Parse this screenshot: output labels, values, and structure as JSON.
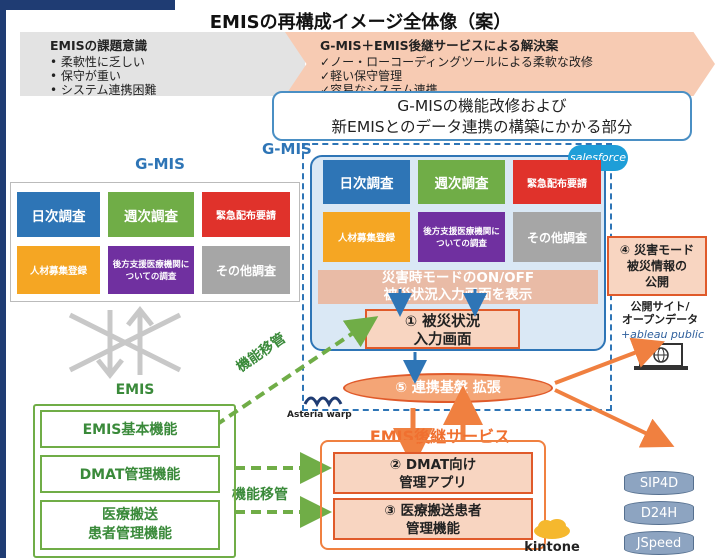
{
  "title": "EMISの再構成イメージ全体像（案）",
  "issues": {
    "heading": "EMISの課題意識",
    "items": [
      "柔軟性に乏しい",
      "保守が重い",
      "システム連携困難"
    ]
  },
  "solution": {
    "heading": "G-MIS＋EMIS後継サービスによる解決案",
    "items": [
      "ノー・ローコーディングツールによる柔軟な改修",
      "軽い保守管理",
      "容易なシステム連携"
    ]
  },
  "callout": {
    "line1": "G-MISの機能改修および",
    "line2": "新EMISとのデータ連携の構築にかかる部分"
  },
  "gmis_left": {
    "label": "G-MIS",
    "tiles": [
      "日次調査",
      "週次調査",
      "緊急配布要請",
      "人材募集登録",
      "後方支援医療機関についての調査",
      "その他調査"
    ]
  },
  "gmis_right": {
    "label": "G-MIS",
    "tiles": [
      "日次調査",
      "週次調査",
      "緊急配布要請",
      "人材募集登録",
      "後方支援医療機関についての調査",
      "その他調査"
    ],
    "salesforce": "salesforce",
    "mode_line1": "災害時モードのON/OFF",
    "mode_line2": "被災状況入力画面を表示",
    "input_line1": "① 被災状況",
    "input_line2": "入力画面"
  },
  "disaster_public": {
    "line1": "④ 災害モード",
    "line2": "被災情報の",
    "line3": "公開",
    "site_line1": "公開サイト/",
    "site_line2": "オープンデータ",
    "tableau": "+ableau public"
  },
  "integration": {
    "label": "⑤ 連携基盤 拡張",
    "asteria": "Asteria warp"
  },
  "migration": {
    "diag_label": "機能移管",
    "horiz_label": "機能移管"
  },
  "emis": {
    "label": "EMIS",
    "items": [
      "EMIS基本機能",
      "DMAT管理機能",
      "医療搬送患者管理機能"
    ],
    "item3_line1": "医療搬送",
    "item3_line2": "患者管理機能"
  },
  "successor": {
    "label": "EMIS後継サービス",
    "dmat_line1": "② DMAT向け",
    "dmat_line2": "管理アプリ",
    "transport_line1": "③ 医療搬送患者",
    "transport_line2": "管理機能",
    "kintone": "kintone"
  },
  "databases": [
    "SIP4D",
    "D24H",
    "JSpeed"
  ],
  "colors": {
    "daily": "#2e75b6",
    "weekly": "#70ad47",
    "emergency": "#e0322b",
    "recruit": "#f5a623",
    "support": "#7030a0",
    "other": "#a6a6a6"
  }
}
